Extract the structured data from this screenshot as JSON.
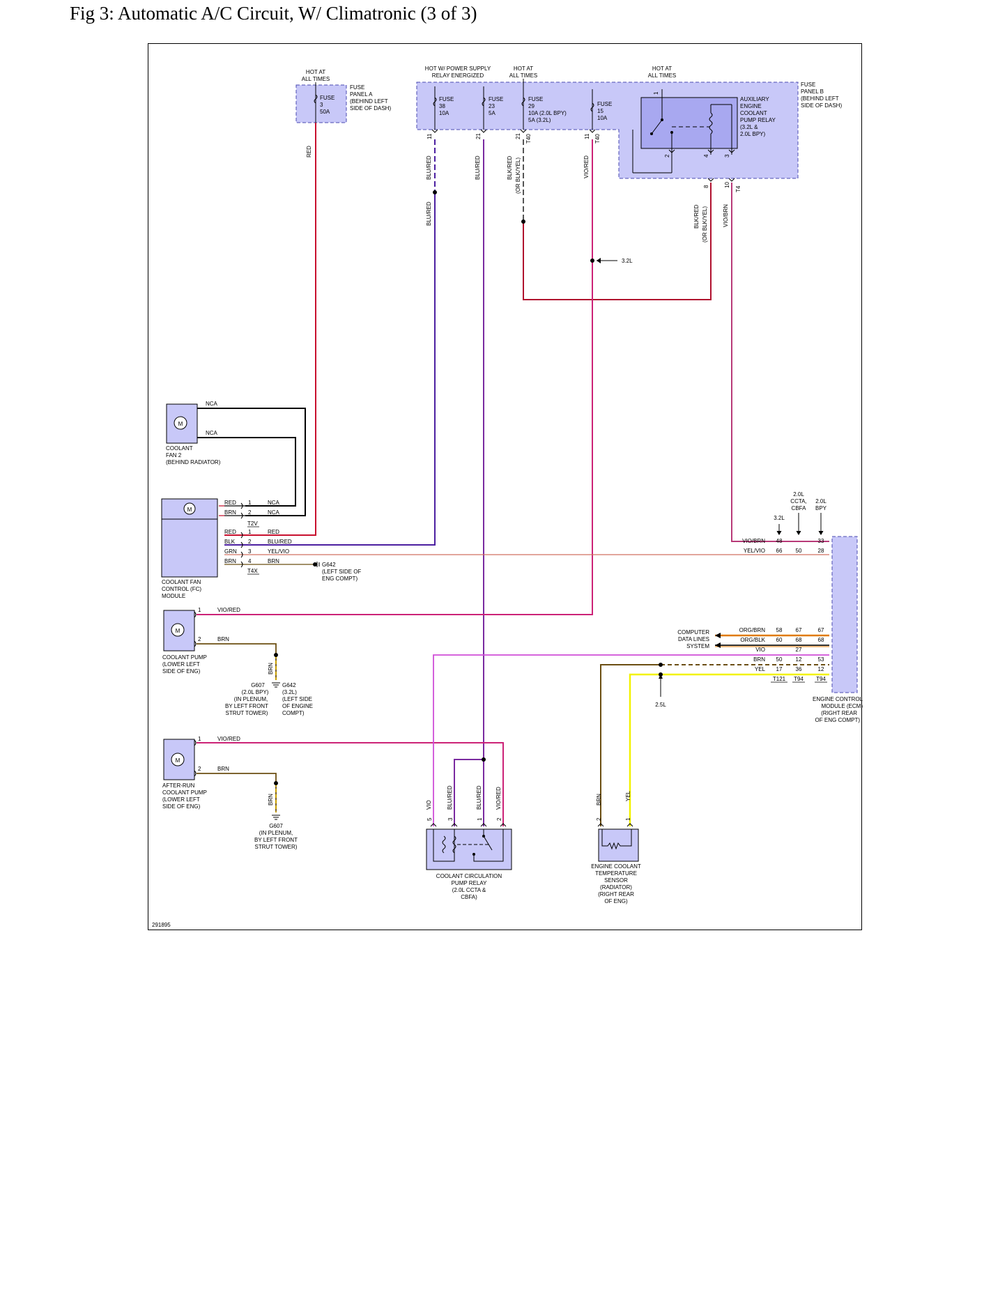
{
  "title": "Fig 3: Automatic A/C Circuit, W/ Climatronic (3 of 3)",
  "figure_id": "291895",
  "colors": {
    "red": "#c8102e",
    "blu_red": "#4b1fa0",
    "black": "#000000",
    "vio": "#d04fd8",
    "vio_red": "#cc2277",
    "vio_brn": "#b83a78",
    "yel": "#f2f200",
    "brn": "#6b4e12",
    "org": "#e07a00",
    "panel": "#c8c8f8",
    "panel_dark": "#a8a8f0"
  },
  "hot_labels": {
    "panel_a": [
      "HOT AT",
      "ALL TIMES"
    ],
    "relay": [
      "HOT W/ POWER SUPPLY",
      "RELAY ENERGIZED"
    ],
    "fuse29": [
      "HOT AT",
      "ALL TIMES"
    ],
    "aux": [
      "HOT AT",
      "ALL TIMES"
    ]
  },
  "fuse_panel_a": {
    "label": [
      "FUSE",
      "PANEL A",
      "(BEHIND LEFT",
      "SIDE OF DASH)"
    ],
    "fuse": [
      "FUSE",
      "3",
      "50A"
    ]
  },
  "fuse_panel_b": {
    "label": [
      "FUSE",
      "PANEL B",
      "(BEHIND LEFT",
      "SIDE OF DASH)"
    ],
    "fuses": [
      {
        "lines": [
          "FUSE",
          "38",
          "10A"
        ]
      },
      {
        "lines": [
          "FUSE",
          "23",
          "5A"
        ]
      },
      {
        "lines": [
          "FUSE",
          "29",
          "10A  (2.0L BPY)",
          "5A   (3.2L)"
        ]
      },
      {
        "lines": [
          "FUSE",
          "15",
          "10A"
        ]
      }
    ],
    "pins": [
      "11",
      "21",
      "21",
      "11"
    ],
    "connector_t40": "T40",
    "connector_t4": "T4"
  },
  "aux_relay": {
    "label": [
      "AUXILIARY",
      "ENGINE",
      "COOLANT",
      "PUMP RELAY",
      "(3.2L &",
      "2.0L BPY)"
    ],
    "pins": [
      "1",
      "2",
      "4",
      "3"
    ],
    "out_pins": [
      "8",
      "10"
    ]
  },
  "wires_top": {
    "red": "RED",
    "blu_red_1": "BLU/RED",
    "blu_red_2": "BLU/RED",
    "blu_red_3": "BLU/RED",
    "blk_red": [
      "BLK/RED",
      "(OR BLK/YEL)"
    ],
    "vio_red": "VIO/RED",
    "blk_red_2": [
      "BLK/RED",
      "(OR BLK/YEL)"
    ],
    "vio_brn": "VIO/BRN",
    "note_32l": "3.2L"
  },
  "coolant_fan2": {
    "label": [
      "COOLANT",
      "FAN 2",
      "(BEHIND RADIATOR)"
    ],
    "motor": "M",
    "wire1": "NCA",
    "wire2": "NCA"
  },
  "fc_module": {
    "label": [
      "COOLANT FAN",
      "CONTROL (FC)",
      "MODULE"
    ],
    "motor": "M",
    "t2v": {
      "name": "T2V",
      "rows": [
        {
          "left": "RED",
          "pin": "1",
          "right": "NCA"
        },
        {
          "left": "BRN",
          "pin": "2",
          "right": "NCA"
        }
      ]
    },
    "t4x": {
      "name": "T4X",
      "rows": [
        {
          "left": "RED",
          "pin": "1",
          "right": "RED"
        },
        {
          "left": "BLK",
          "pin": "2",
          "right": "BLU/RED"
        },
        {
          "left": "GRN",
          "pin": "3",
          "right": "YEL/VIO"
        },
        {
          "left": "BRN",
          "pin": "4",
          "right": "BRN"
        }
      ]
    },
    "ground": [
      "G642",
      "(LEFT SIDE OF",
      "ENG COMPT)"
    ]
  },
  "coolant_pump": {
    "label": [
      "COOLANT PUMP",
      "(LOWER LEFT",
      "SIDE OF ENG)"
    ],
    "motor": "M",
    "rows": [
      {
        "pin": "1",
        "wire": "VIO/RED"
      },
      {
        "pin": "2",
        "wire": "BRN"
      }
    ],
    "vertical": "BRN",
    "ground_left": [
      "G607",
      "(2.0L BPY)",
      "(IN PLENUM,",
      "BY LEFT FRONT",
      "STRUT TOWER)"
    ],
    "ground_right": [
      "G642",
      "(3.2L)",
      "(LEFT SIDE",
      "OF ENGINE",
      "COMPT)"
    ]
  },
  "after_run_pump": {
    "label": [
      "AFTER-RUN",
      "COOLANT PUMP",
      "(LOWER LEFT",
      "SIDE OF ENG)"
    ],
    "motor": "M",
    "rows": [
      {
        "pin": "1",
        "wire": "VIO/RED"
      },
      {
        "pin": "2",
        "wire": "BRN"
      }
    ],
    "vertical": "BRN",
    "ground": [
      "G607",
      "(IN PLENUM,",
      "BY LEFT FRONT",
      "STRUT TOWER)"
    ]
  },
  "ecm": {
    "label": [
      "ENGINE CONTROL",
      "MODULE (ECM)",
      "(RIGHT REAR",
      "OF ENG COMPT)"
    ],
    "headers": [
      {
        "lines": [
          "3.2L"
        ]
      },
      {
        "lines": [
          "2.0L",
          "CCTA,",
          "CBFA"
        ]
      },
      {
        "lines": [
          "2.0L",
          "BPY"
        ]
      }
    ],
    "rows_top": [
      {
        "wire": "VIO/BRN",
        "pins": [
          "48",
          "",
          "33"
        ]
      },
      {
        "wire": "YEL/VIO",
        "pins": [
          "66",
          "50",
          "28"
        ]
      }
    ],
    "data_lines": [
      "COMPUTER",
      "DATA LINES",
      "SYSTEM"
    ],
    "rows_bottom": [
      {
        "wire": "ORG/BRN",
        "pins": [
          "58",
          "67",
          "67"
        ]
      },
      {
        "wire": "ORG/BLK",
        "pins": [
          "60",
          "68",
          "68"
        ]
      },
      {
        "wire": "VIO",
        "pins": [
          "",
          "27",
          ""
        ]
      },
      {
        "wire": "BRN",
        "pins": [
          "50",
          "12",
          "53"
        ]
      },
      {
        "wire": "YEL",
        "pins": [
          "17",
          "36",
          "12"
        ]
      }
    ],
    "connectors": [
      "T121",
      "T94",
      "T94"
    ],
    "note_25l": "2.5L"
  },
  "circ_relay": {
    "label": [
      "COOLANT CIRCULATION",
      "PUMP RELAY",
      "(2.0L CCTA &",
      "CBFA)"
    ],
    "pins": [
      "5",
      "3",
      "1",
      "2"
    ],
    "wires": [
      "VIO",
      "BLU/RED",
      "BLU/RED",
      "VIO/RED"
    ]
  },
  "temp_sensor": {
    "label": [
      "ENGINE COOLANT",
      "TEMPERATURE",
      "SENSOR",
      "(RADIATOR)",
      "(RIGHT REAR",
      "OF ENG)"
    ],
    "pins": [
      "2",
      "1"
    ],
    "wires": [
      "BRN",
      "YEL"
    ]
  }
}
